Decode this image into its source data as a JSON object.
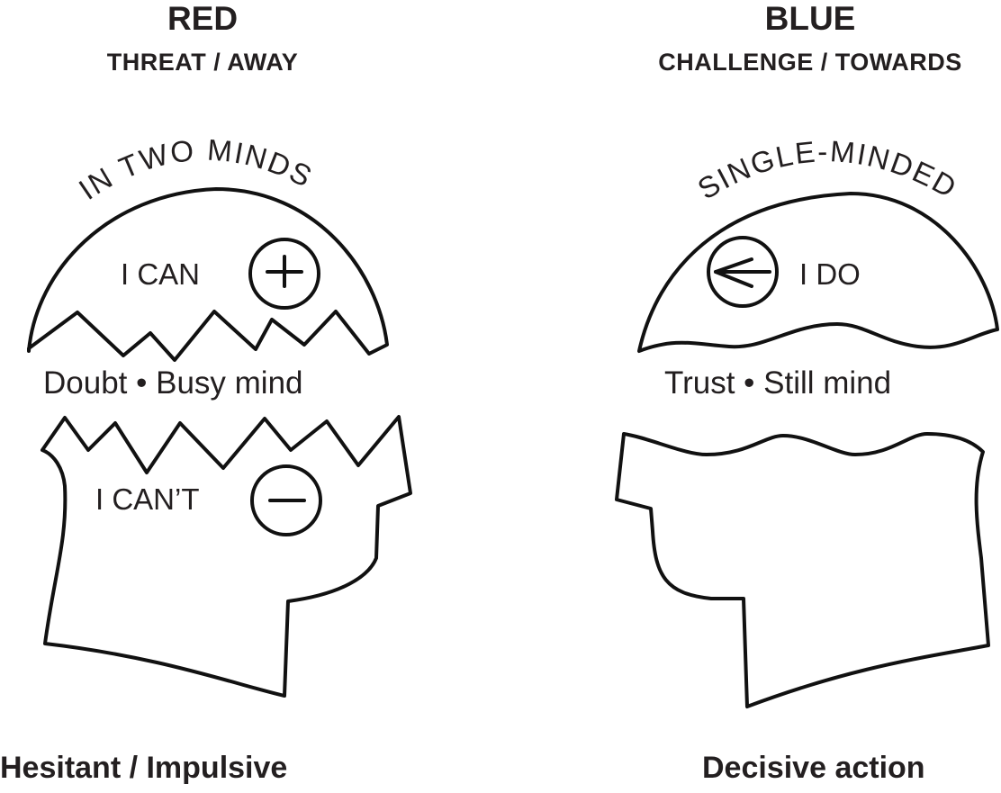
{
  "left": {
    "title": "RED",
    "subtitle": "THREAT / AWAY",
    "arc_label": "IN TWO MINDS",
    "top_text": "I CAN",
    "top_icon": "plus-circle-icon",
    "middle_text": "Doubt • Busy mind",
    "bottom_text": "I CAN’T",
    "bottom_icon": "minus-circle-icon",
    "footer": "Hesitant / Impulsive"
  },
  "right": {
    "title": "BLUE",
    "subtitle": "CHALLENGE / TOWARDS",
    "arc_label": "SINGLE-MINDED",
    "top_text": "I DO",
    "top_icon": "arrow-left-circle-icon",
    "middle_text": "Trust • Still mind",
    "footer": "Decisive action"
  },
  "colors": {
    "ink": "#111111",
    "text": "#231f20",
    "background": "#ffffff"
  }
}
